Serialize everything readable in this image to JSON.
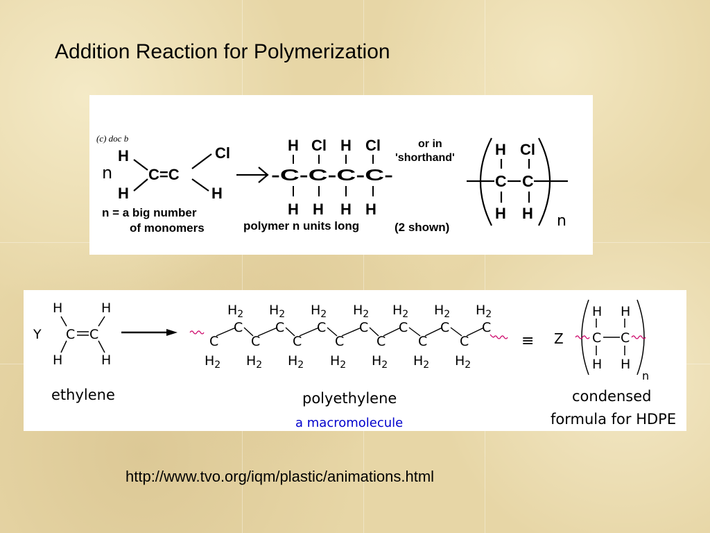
{
  "title": "Addition Reaction for Polymerization",
  "url": "http://www.tvo.org/iqm/plastic/animations.html",
  "diagram1": {
    "credit": "(c) doc b",
    "n": "n",
    "H": "H",
    "Cl": "Cl",
    "C": "C",
    "eq_c": "C=C",
    "arrow": "→",
    "chain": "-C-C-C-C-",
    "monomer_note_1": "n = a big number",
    "monomer_note_2": "of monomers",
    "or_in": "or in",
    "shorthand": "'shorthand'",
    "polymer_label": "polymer n units long",
    "two_shown": "(2 shown)",
    "sub_n": "n"
  },
  "diagram2": {
    "Y": "Y",
    "Z": "Z",
    "H": "H",
    "C": "C",
    "H2": "H2",
    "equiv": "≡",
    "ethylene": "ethylene",
    "polyethylene": "polyethylene",
    "macromolecule": "a macromolecule",
    "condensed_1": "condensed",
    "condensed_2": "formula for HDPE",
    "sub_n": "n",
    "colors": {
      "wavy": "#cc0066",
      "macromolecule": "#0000cc"
    }
  }
}
